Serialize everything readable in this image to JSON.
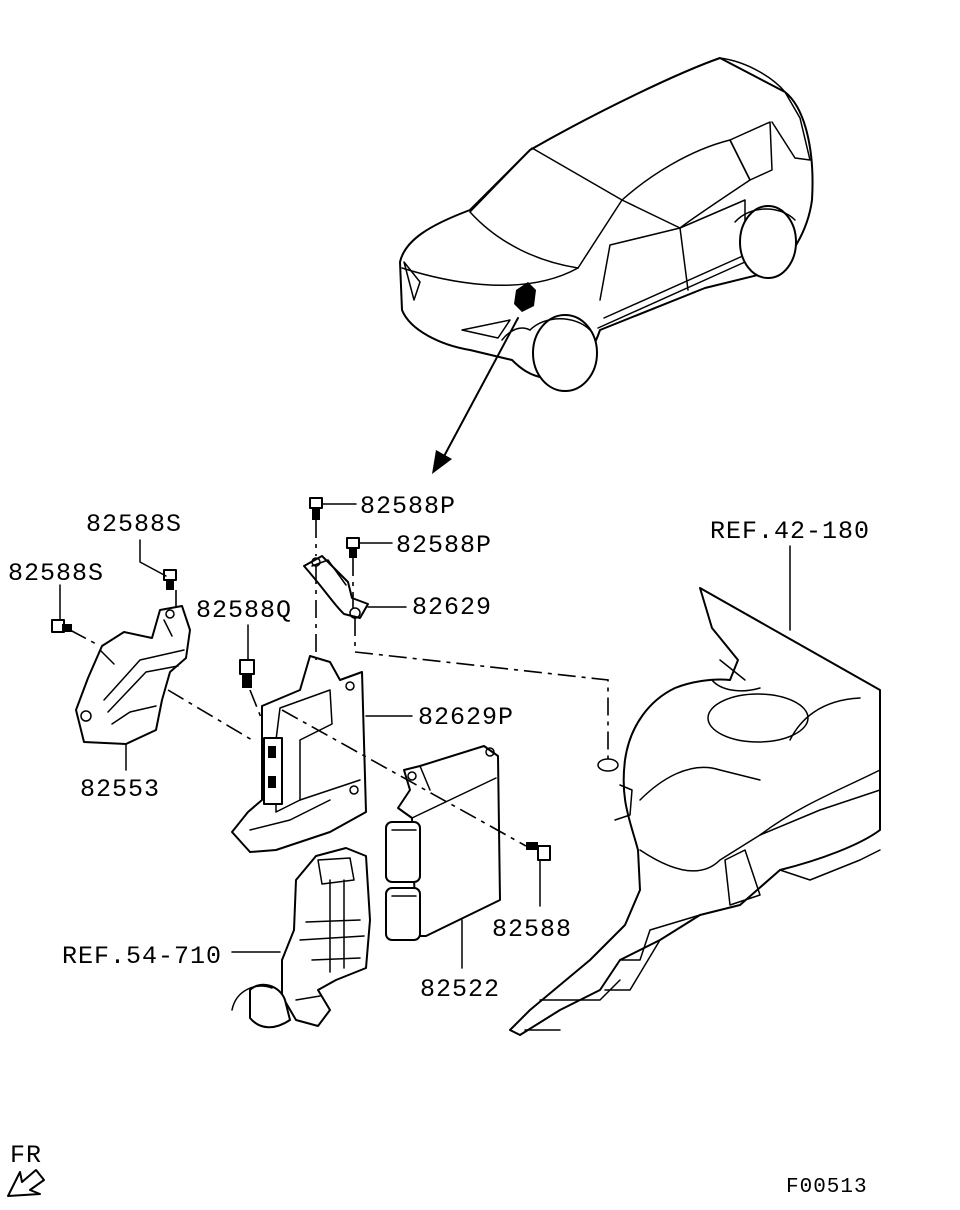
{
  "labels": {
    "p82588S_a": "82588S",
    "p82588S_b": "82588S",
    "p82588P_a": "82588P",
    "p82588P_b": "82588P",
    "p82629": "82629",
    "p82588Q": "82588Q",
    "p82629P": "82629P",
    "p82553": "82553",
    "p82588": "82588",
    "p82522": "82522",
    "ref42": "REF.42-180",
    "ref54": "REF.54-710",
    "fr": "FR",
    "fig": "F00513"
  },
  "icons": {
    "front_arrow": "fr-arrow-icon"
  }
}
